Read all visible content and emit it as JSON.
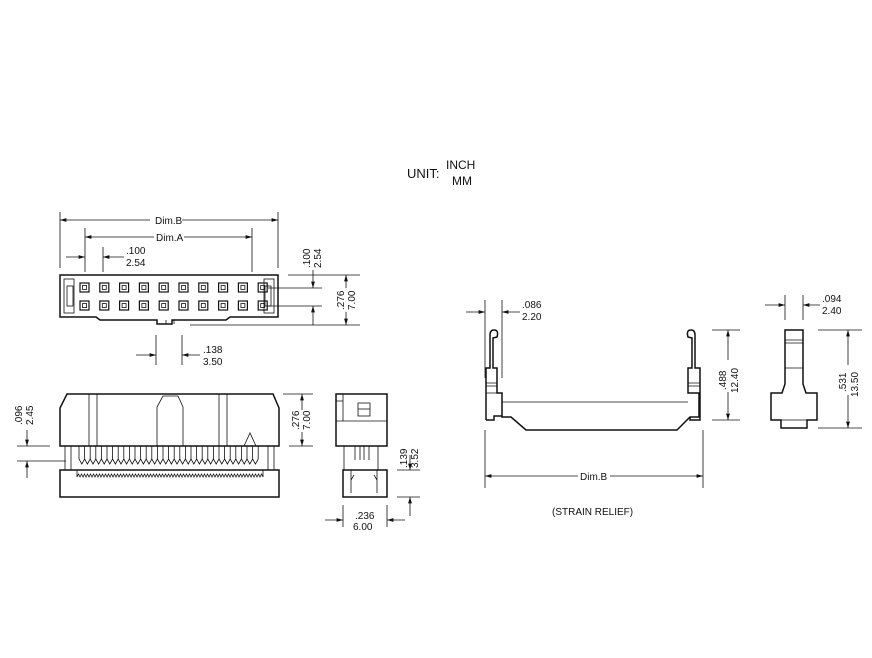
{
  "unit": {
    "label": "UNIT:",
    "inch": "INCH",
    "mm": "MM"
  },
  "top_view": {
    "dim_b": "Dim.B",
    "dim_a": "Dim.A",
    "pitch_in": ".100",
    "pitch_mm": "2.54",
    "row_pitch_in": ".100",
    "row_pitch_mm": "2.54",
    "height_in": ".276",
    "height_mm": "7.00",
    "key_in": ".138",
    "key_mm": "3.50",
    "pin_columns": 10,
    "pin_rows": 2
  },
  "side_view": {
    "offset_in": ".096",
    "offset_mm": "2.45",
    "height_in": ".276",
    "height_mm": "7.00"
  },
  "end_view": {
    "height_in": ".139",
    "height_mm": "3.52",
    "width_in": ".236",
    "width_mm": "6.00"
  },
  "strain_relief": {
    "caption": "(STRAIN RELIEF)",
    "dim_b": "Dim.B",
    "arm_in": ".086",
    "arm_mm": "2.20",
    "height_in": ".488",
    "height_mm": "12.40",
    "side_width_in": ".094",
    "side_width_mm": "2.40",
    "side_height_in": ".531",
    "side_height_mm": "13.50"
  }
}
